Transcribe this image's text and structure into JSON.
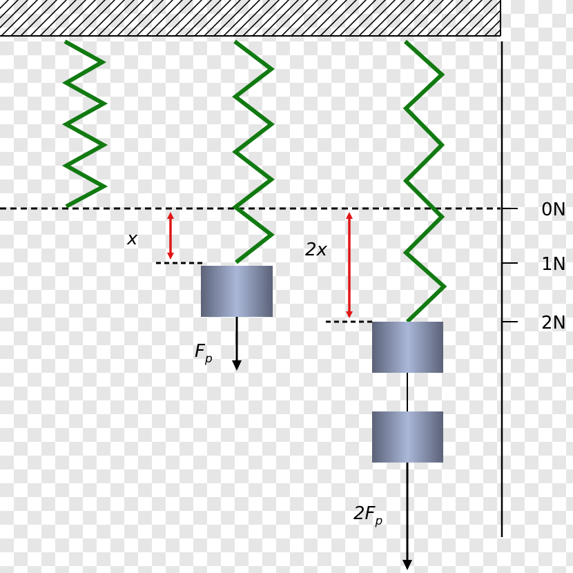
{
  "diagram": {
    "scale_labels": [
      "0N",
      "1N",
      "2N"
    ],
    "displacement_labels": {
      "single": "x",
      "double": "2x"
    },
    "force_labels": {
      "single": {
        "main": "F",
        "sub": "p"
      },
      "double": {
        "prefix": "2",
        "main": "F",
        "sub": "p"
      }
    },
    "colors": {
      "spring": "#117a11",
      "arrow": "#e01515",
      "hatch": "#000000",
      "weight_dark": "#5b6278",
      "weight_light": "#aab7d8"
    }
  }
}
